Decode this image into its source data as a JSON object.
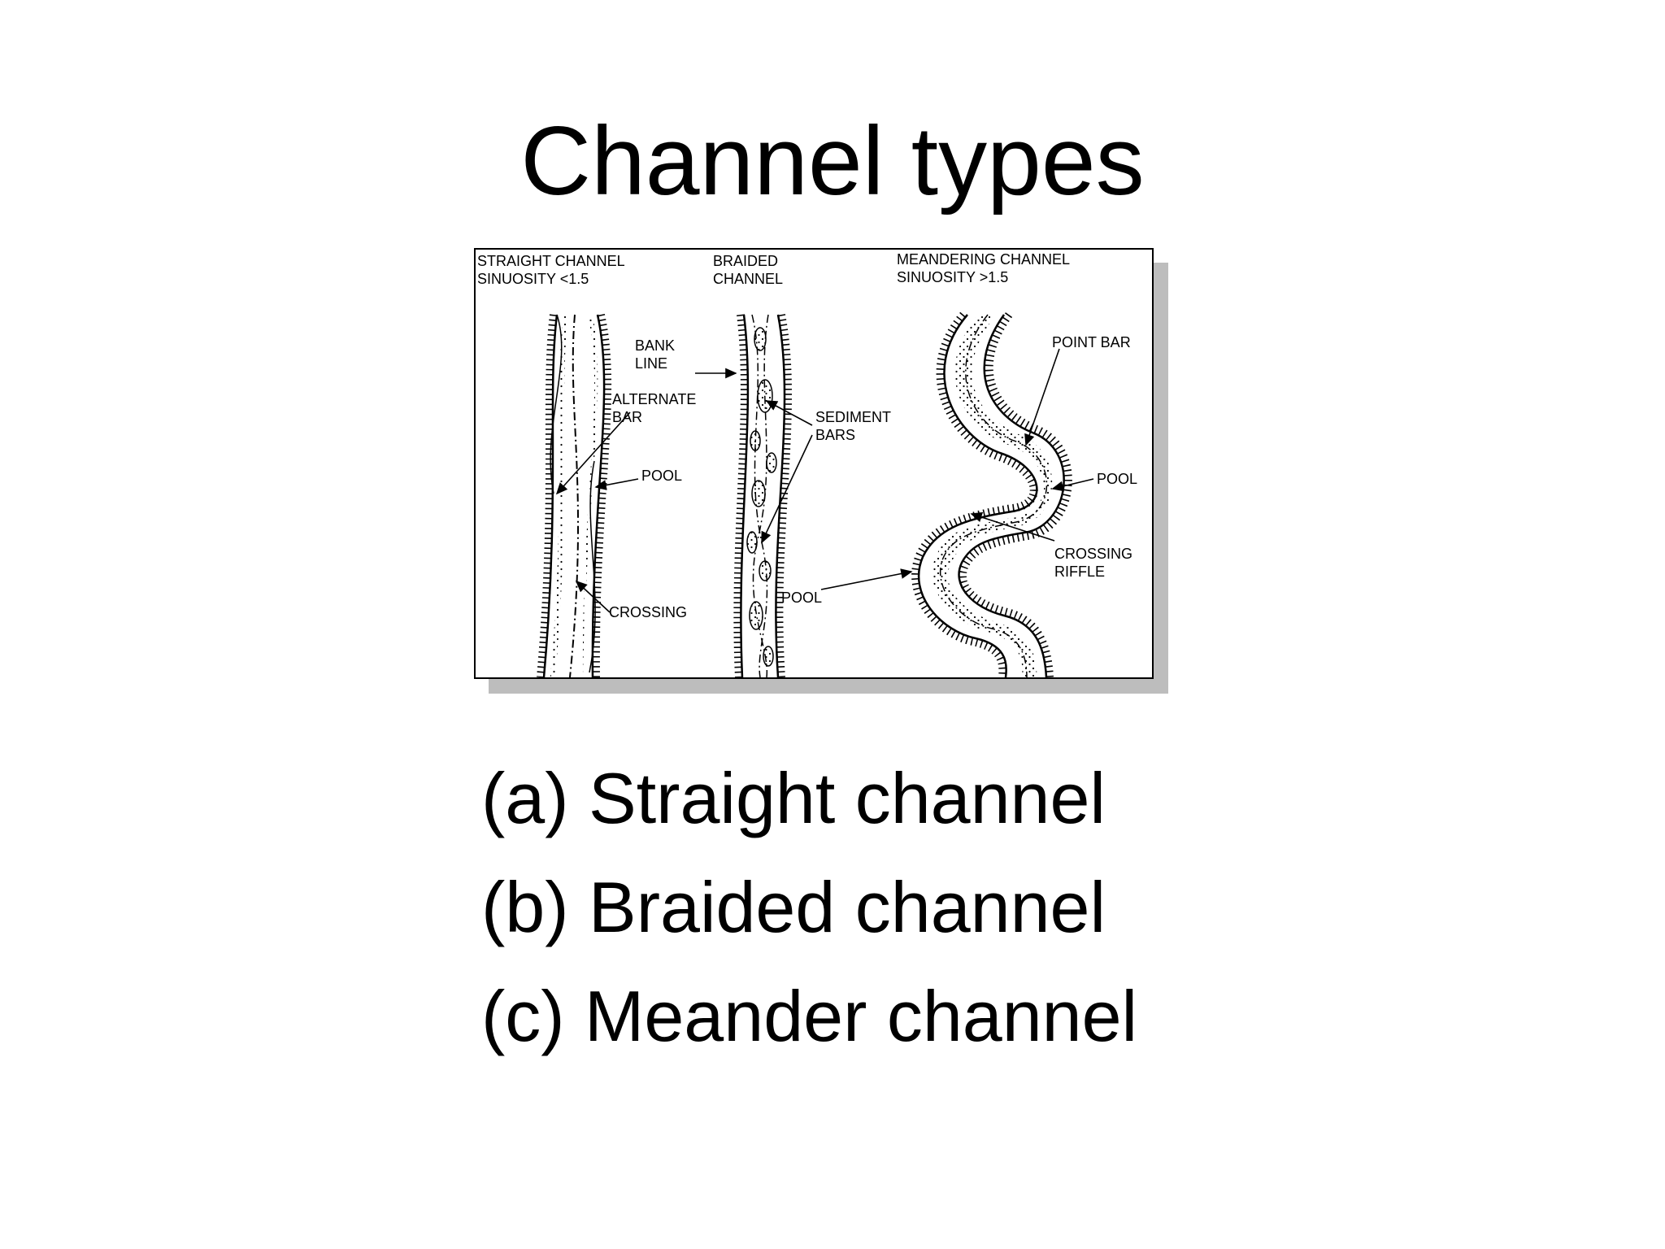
{
  "slide": {
    "title": "Channel types",
    "captions": [
      "(a) Straight channel",
      "(b) Braided channel",
      "(c) Meander channel"
    ]
  },
  "figure": {
    "headers": {
      "straight_line1": "STRAIGHT CHANNEL",
      "straight_line2": "SINUOSITY <1.5",
      "braided_line1": "BRAIDED",
      "braided_line2": "CHANNEL",
      "meandering_line1": "MEANDERING CHANNEL",
      "meandering_line2": "SINUOSITY >1.5"
    },
    "labels": {
      "bank_line1": "BANK",
      "bank_line2": "LINE",
      "alternate_bar1": "ALTERNATE",
      "alternate_bar2": "BAR",
      "pool_straight": "POOL",
      "crossing": "CROSSING",
      "sediment_bars1": "SEDIMENT",
      "sediment_bars2": "BARS",
      "point_bar": "POINT BAR",
      "pool_meander_right": "POOL",
      "crossing_riffle1": "CROSSING",
      "crossing_riffle2": "RIFFLE",
      "pool_meander_left": "POOL"
    }
  }
}
